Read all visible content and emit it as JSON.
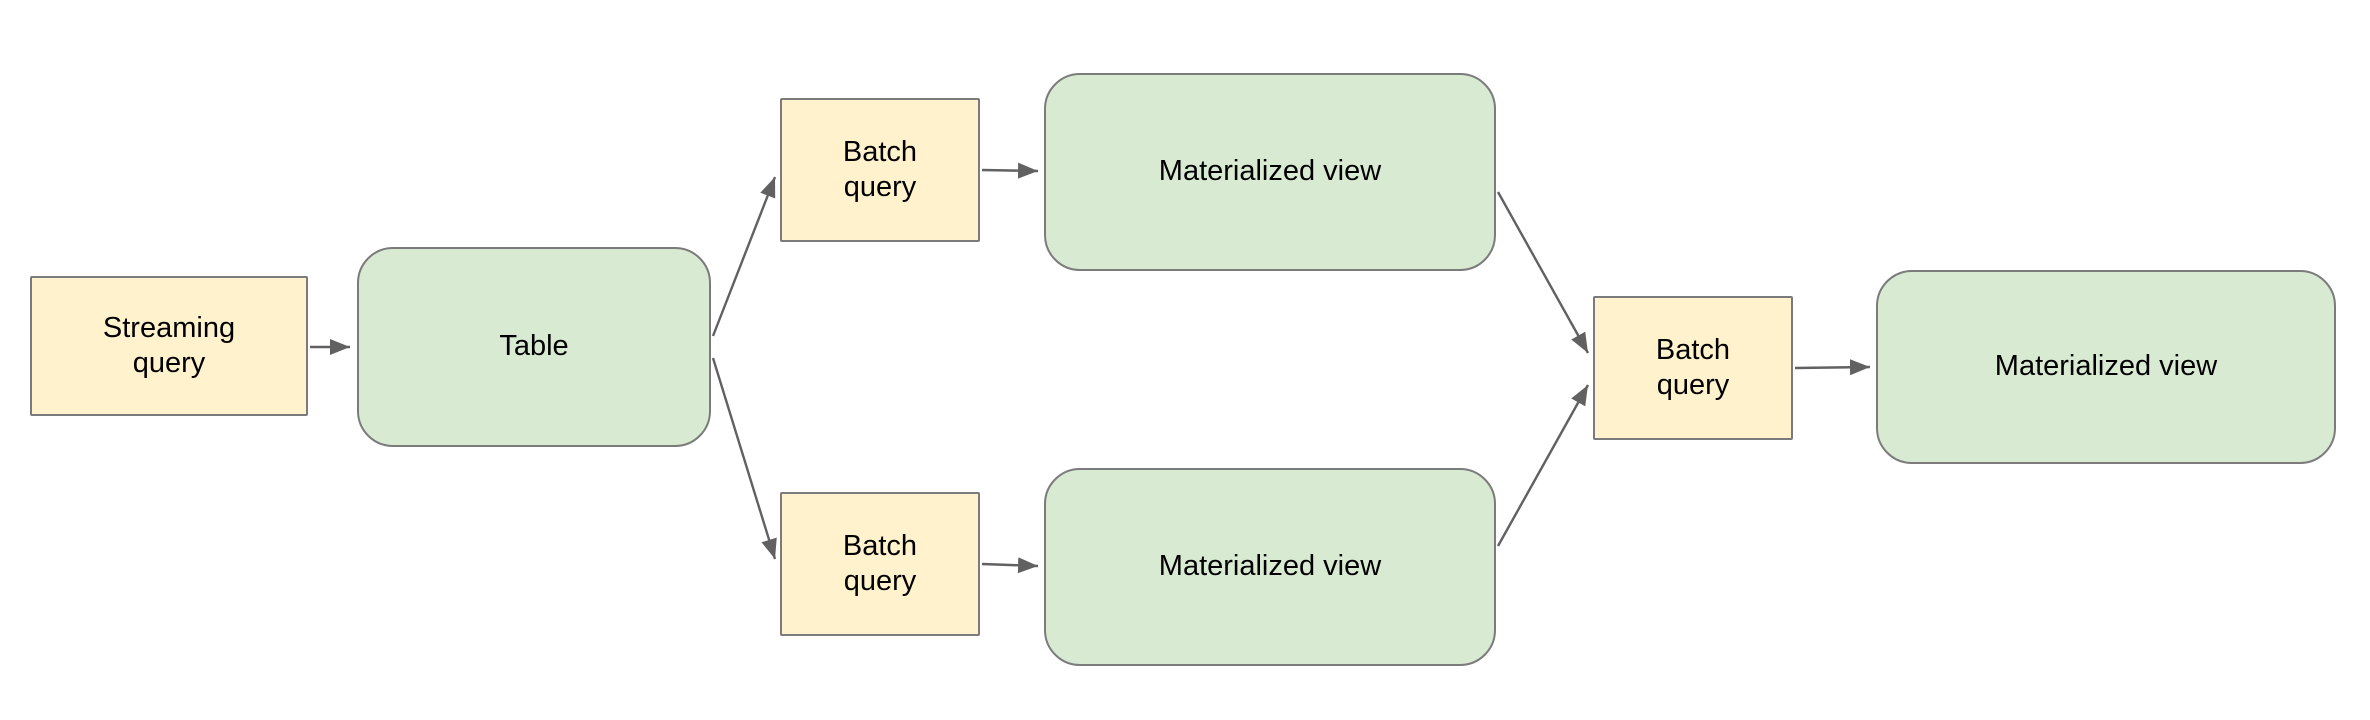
{
  "diagram": {
    "nodes": {
      "streaming_query": {
        "label": "Streaming query",
        "type": "query"
      },
      "table": {
        "label": "Table",
        "type": "view"
      },
      "batch_query_top": {
        "label": "Batch query",
        "type": "query"
      },
      "materialized_view_top": {
        "label": "Materialized view",
        "type": "view"
      },
      "batch_query_bottom": {
        "label": "Batch query",
        "type": "query"
      },
      "materialized_view_bottom": {
        "label": "Materialized view",
        "type": "view"
      },
      "batch_query_final": {
        "label": "Batch query",
        "type": "query"
      },
      "materialized_view_final": {
        "label": "Materialized view",
        "type": "view"
      }
    },
    "edges": [
      {
        "from": "streaming_query",
        "to": "table"
      },
      {
        "from": "table",
        "to": "batch_query_top"
      },
      {
        "from": "table",
        "to": "batch_query_bottom"
      },
      {
        "from": "batch_query_top",
        "to": "materialized_view_top"
      },
      {
        "from": "batch_query_bottom",
        "to": "materialized_view_bottom"
      },
      {
        "from": "materialized_view_top",
        "to": "batch_query_final"
      },
      {
        "from": "materialized_view_bottom",
        "to": "batch_query_final"
      },
      {
        "from": "batch_query_final",
        "to": "materialized_view_final"
      }
    ],
    "colors": {
      "query_fill": "#fff2cc",
      "view_fill": "#d9ead3",
      "border": "#7b7b7b",
      "arrow": "#616161",
      "text": "#000000",
      "background": "#ffffff"
    }
  }
}
